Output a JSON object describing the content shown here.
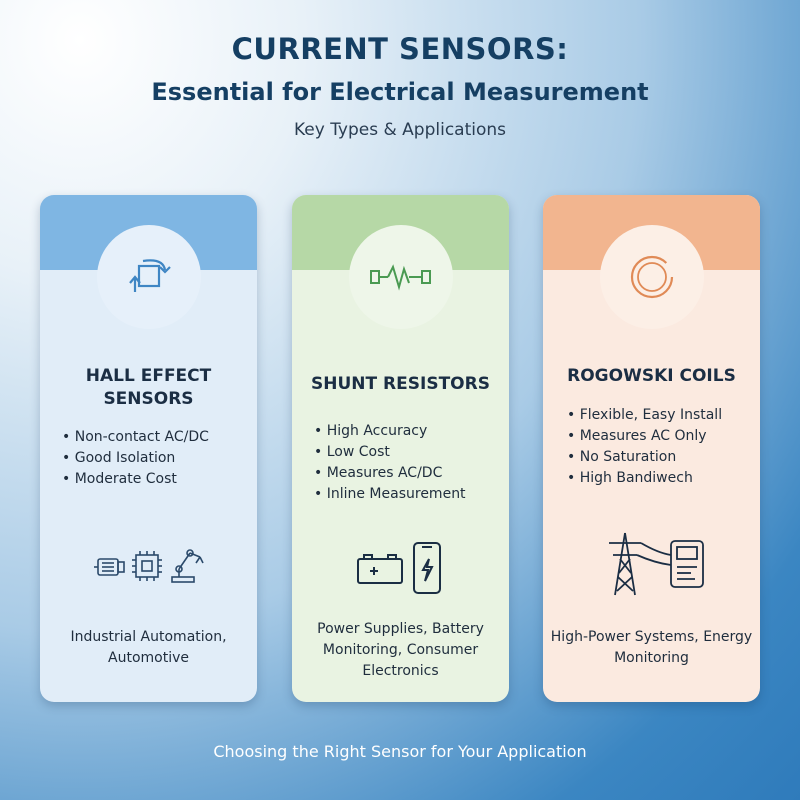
{
  "header": {
    "title": "CURRENT SENSORS:",
    "subtitle": "Essential for Electrical Measurement",
    "tagline": "Key Types & Applications"
  },
  "cards": [
    {
      "title": "HALL EFFECT SENSORS",
      "icon": "rotate-square-icon",
      "accent": "#7fb6e3",
      "features": [
        "Non-contact AC/DC",
        "Good Isolation",
        "Moderate Cost"
      ],
      "app_icons": [
        "motor-icon",
        "chip-icon",
        "robot-arm-icon"
      ],
      "applications": "Industrial Automation, Automotive"
    },
    {
      "title": "SHUNT RESISTORS",
      "icon": "resistor-icon",
      "accent": "#b6d8a6",
      "features": [
        "High Accuracy",
        "Low Cost",
        "Measures AC/DC",
        "Inline Measurement"
      ],
      "app_icons": [
        "battery-icon",
        "smartphone-icon"
      ],
      "applications": "Power Supplies, Battery Monitoring, Consumer Electronics"
    },
    {
      "title": "ROGOWSKI COILS",
      "icon": "coil-icon",
      "accent": "#f2b58f",
      "features": [
        "Flexible, Easy Install",
        "Measures AC Only",
        "No Saturation",
        "High Bandiwech"
      ],
      "app_icons": [
        "power-tower-icon",
        "energy-meter-icon"
      ],
      "applications": "High-Power Systems, Energy Monitoring"
    }
  ],
  "footer": "Choosing the Right Sensor for Your Application"
}
